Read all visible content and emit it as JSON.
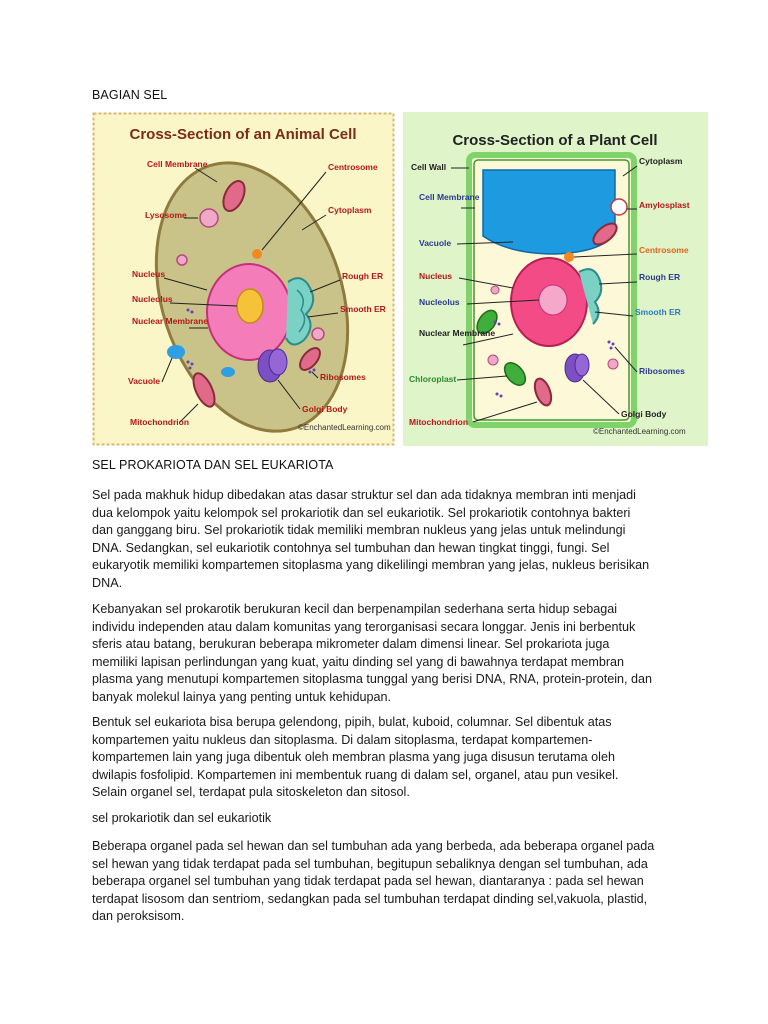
{
  "heading_1": "BAGIAN SEL",
  "figures": {
    "animal": {
      "title": "Cross-Section of an Animal Cell",
      "labels": {
        "cell_membrane": "Cell Membrane",
        "centrosome": "Centrosome",
        "lysosome": "Lysosome",
        "cytoplasm": "Cytoplasm",
        "nucleus": "Nucleus",
        "rough_er": "Rough ER",
        "nucleolus": "Nucleolus",
        "smooth_er": "Smooth ER",
        "nuclear_membrane": "Nuclear Membrane",
        "vacuole": "Vacuole",
        "ribosomes": "Ribosomes",
        "mitochondrion": "Mitochondrion",
        "golgi_body": "Golgi Body"
      },
      "credit": "©EnchantedLearning.com",
      "colors": {
        "background": "#fbf6c8",
        "cytoplasm": "#c9c38a",
        "nucleus": "#f47cb8",
        "border": "#d9b76b"
      }
    },
    "plant": {
      "title": "Cross-Section of a Plant Cell",
      "labels": {
        "cell_wall": "Cell Wall",
        "cytoplasm": "Cytoplasm",
        "cell_membrane": "Cell Membrane",
        "amyloplast": "Amylosplast",
        "vacuole": "Vacuole",
        "centrosome": "Centrosome",
        "nucleus": "Nucleus",
        "rough_er": "Rough ER",
        "nucleolus": "Nucleolus",
        "smooth_er": "Smooth ER",
        "nuclear_membrane": "Nuclear Membrane",
        "ribosomes": "Ribosomes",
        "chloroplast": "Chloroplast",
        "golgi_body": "Golgi Body",
        "mitochondrion": "Mitochondrion"
      },
      "credit": "©EnchantedLearning.com",
      "colors": {
        "background": "#dff5c9",
        "cytoplasm": "#fdf8d8",
        "vacuole": "#1e9be0",
        "nucleus": "#f24b86",
        "wall": "#7fd36a"
      }
    }
  },
  "heading_2": "SEL PROKARIOTA DAN SEL EUKARIOTA",
  "paragraphs": {
    "p1": [
      "Sel pada makhuk hidup dibedakan atas dasar struktur sel dan ada tidaknya membran inti menjadi",
      "dua kelompok yaitu kelompok sel prokariotik dan sel eukariotik. Sel prokariotik contohnya bakteri",
      "dan ganggang biru. Sel prokariotik tidak memiliki membran nukleus yang jelas untuk melindungi",
      "DNA. Sedangkan, sel eukariotik contohnya sel tumbuhan dan hewan tingkat tinggi, fungi. Sel",
      "eukaryotik memiliki kompartemen sitoplasma yang dikelilingi membran yang jelas, nukleus berisikan",
      "DNA."
    ],
    "p2": [
      "Kebanyakan sel prokarotik berukuran kecil dan berpenampilan sederhana serta hidup sebagai",
      "individu independen atau dalam komunitas yang terorganisasi secara longgar. Jenis ini berbentuk",
      "sferis atau batang, berukuran beberapa mikrometer dalam dimensi linear. Sel prokariota juga",
      "memiliki lapisan perlindungan yang kuat, yaitu dinding sel yang di bawahnya terdapat membran",
      "plasma yang menutupi kompartemen sitoplasma tunggal yang berisi DNA, RNA, protein-protein, dan",
      "banyak molekul lainya yang penting untuk kehidupan."
    ],
    "p3": [
      "Bentuk sel eukariota bisa berupa gelendong, pipih, bulat, kuboid, columnar. Sel dibentuk atas",
      "kompartemen yaitu nukleus dan sitoplasma. Di dalam sitoplasma, terdapat kompartemen-",
      "kompartemen lain yang juga dibentuk oleh membran plasma yang juga disusun terutama oleh",
      "dwilapis fosfolipid. Kompartemen ini membentuk ruang di dalam sel, organel, atau pun vesikel.",
      "Selain organel sel, terdapat pula sitoskeleton dan sitosol."
    ],
    "p4": [
      "sel prokariotik dan sel eukariotik"
    ],
    "p5": [
      "Beberapa organel pada sel hewan dan sel tumbuhan ada yang berbeda, ada beberapa organel pada",
      "sel hewan yang tidak terdapat pada sel tumbuhan, begitupun sebaliknya dengan sel tumbuhan, ada",
      "beberapa organel sel tumbuhan yang tidak terdapat pada sel hewan, diantaranya : pada sel hewan",
      "terdapat lisosom dan sentriom, sedangkan pada sel tumbuhan terdapat dinding sel,vakuola, plastid,",
      "dan peroksisom."
    ]
  }
}
